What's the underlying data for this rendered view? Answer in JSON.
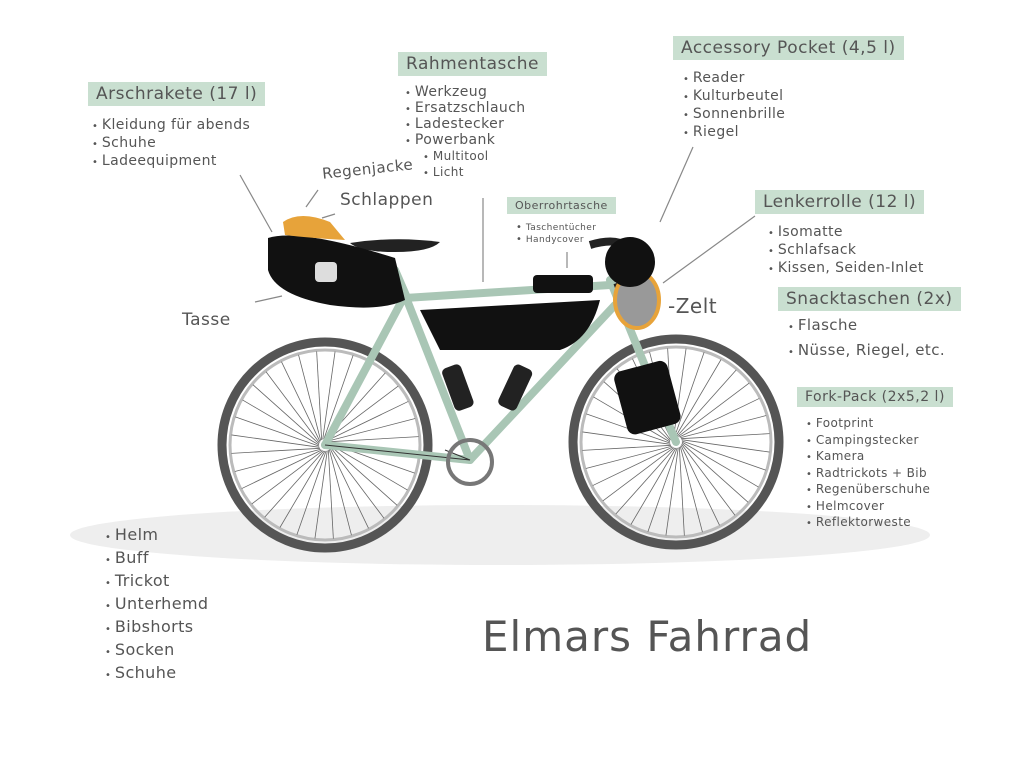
{
  "title": "Elmars Fahrrad",
  "sections": {
    "arschrakete": {
      "title": "Arschrakete (17 l)",
      "items": [
        "Kleidung für abends",
        "Schuhe",
        "Ladeequipment"
      ]
    },
    "rahmentasche": {
      "title": "Rahmentasche",
      "items": [
        "Werkzeug",
        "Ersatzschlauch",
        "Ladestecker",
        "Powerbank",
        "Multitool",
        "Licht"
      ]
    },
    "accessory_pocket": {
      "title": "Accessory Pocket (4,5 l)",
      "items": [
        "Reader",
        "Kulturbeutel",
        "Sonnenbrille",
        "Riegel"
      ]
    },
    "oberrohrtasche": {
      "title": "Oberrohrtasche",
      "items": [
        "Taschentücher",
        "Handycover"
      ]
    },
    "lenkerrolle": {
      "title": "Lenkerrolle (12 l)",
      "items": [
        "Isomatte",
        "Schlafsack",
        "Kissen, Seiden-Inlet"
      ]
    },
    "snacktaschen": {
      "title": "Snacktaschen (2x)",
      "items": [
        "Flasche",
        "Nüsse, Riegel, etc."
      ]
    },
    "fork_pack": {
      "title": "Fork-Pack (2x5,2 l)",
      "items": [
        "Footprint",
        "Campingstecker",
        "Kamera",
        "Radtrickots + Bib",
        "Regenüberschuhe",
        "Helmcover",
        "Reflektorweste"
      ]
    }
  },
  "labels": {
    "regenjacke": "Regenjacke",
    "schlappen": "Schlappen",
    "tasse": "Tasse",
    "zelt": "-Zelt"
  },
  "worn": [
    "Helm",
    "Buff",
    "Trickot",
    "Unterhemd",
    "Bibshorts",
    "Socken",
    "Schuhe"
  ],
  "colors": {
    "header_bg": "#c9dfd0",
    "frame": "#a9c6b5",
    "bag": "#111111",
    "accent": "#e7a33a"
  }
}
